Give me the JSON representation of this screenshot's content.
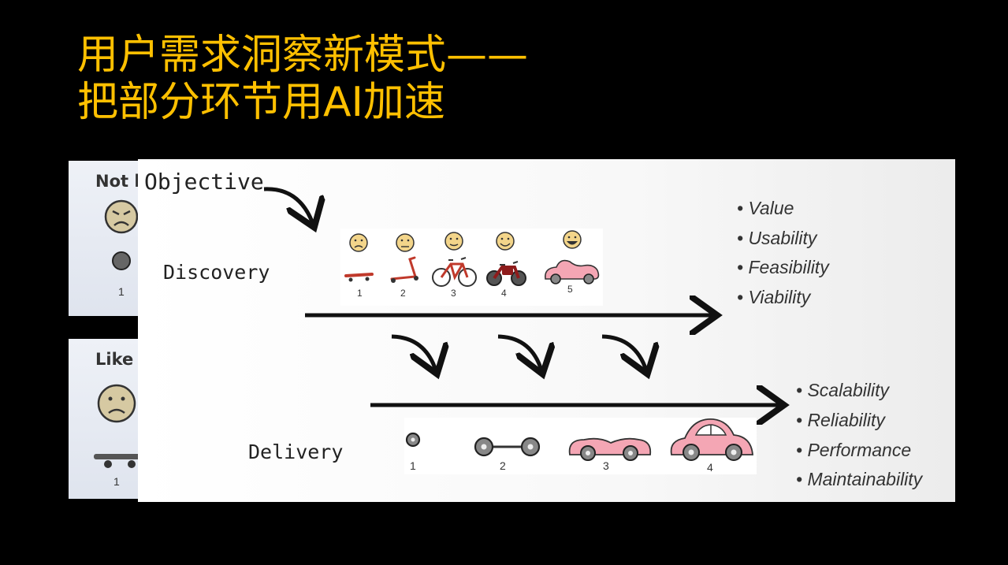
{
  "slide": {
    "title_line1": "用户需求洞察新模式——",
    "title_line2": "把部分环节用AI加速",
    "title_color": "#ffc000",
    "background": "#000000"
  },
  "background_cards": {
    "top_label": "Not li",
    "bottom_label": "Like",
    "top_number": "1",
    "bottom_number": "1"
  },
  "diagram": {
    "objective_label": "Objective",
    "discovery_label": "Discovery",
    "delivery_label": "Delivery",
    "discovery_steps": [
      "1",
      "2",
      "3",
      "4",
      "5"
    ],
    "discovery_icons": [
      "skateboard-icon",
      "scooter-icon",
      "bicycle-icon",
      "motorcycle-icon",
      "car-icon"
    ],
    "delivery_steps": [
      "1",
      "2",
      "3",
      "4"
    ],
    "delivery_icons": [
      "wheel-icon",
      "axle-icon",
      "car-body-icon",
      "car-icon"
    ],
    "discovery_criteria": [
      "• Value",
      "• Usability",
      "• Feasibility",
      "• Viability"
    ],
    "delivery_criteria": [
      "• Scalability",
      "• Reliability",
      "• Performance",
      "• Maintainability"
    ],
    "accent_pink": "#f4a6b4"
  }
}
